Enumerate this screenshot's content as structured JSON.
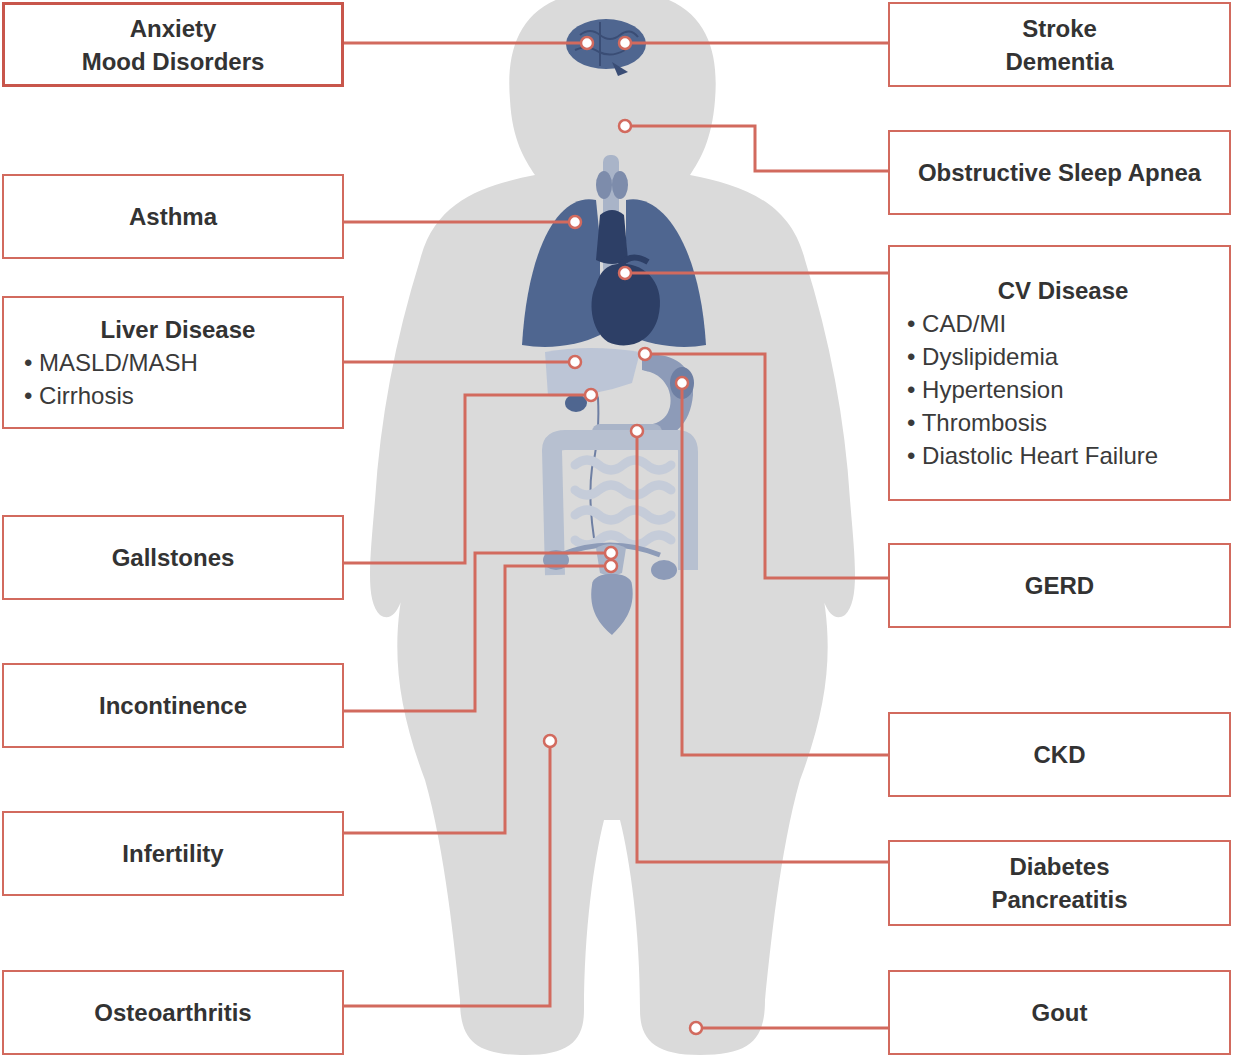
{
  "diagram": {
    "nodes": [
      {
        "text": [
          "Anxiety",
          "Mood Disorders"
        ]
      },
      {
        "text": [
          "Stroke",
          "Dementia"
        ]
      },
      {
        "text": [
          "Obstructive Sleep Apnea"
        ]
      },
      {
        "text": [
          "Asthma"
        ]
      },
      {
        "text": [
          "CV Disease",
          "• CAD/MI",
          "• Dyslipidemia",
          "• Hypertension",
          "• Thrombosis",
          "• Diastolic Heart Failure"
        ]
      },
      {
        "text": [
          "Liver Disease",
          "• MASLD/MASH",
          "• Cirrhosis"
        ]
      },
      {
        "text": [
          "Gallstones"
        ]
      },
      {
        "text": [
          "GERD"
        ]
      },
      {
        "text": [
          "Incontinence"
        ]
      },
      {
        "text": [
          "CKD"
        ]
      },
      {
        "text": [
          "Infertility"
        ]
      },
      {
        "text": [
          "Diabetes",
          "Pancreatitis"
        ]
      },
      {
        "text": [
          "Osteoarthritis"
        ]
      },
      {
        "text": [
          "Gout"
        ]
      }
    ]
  }
}
